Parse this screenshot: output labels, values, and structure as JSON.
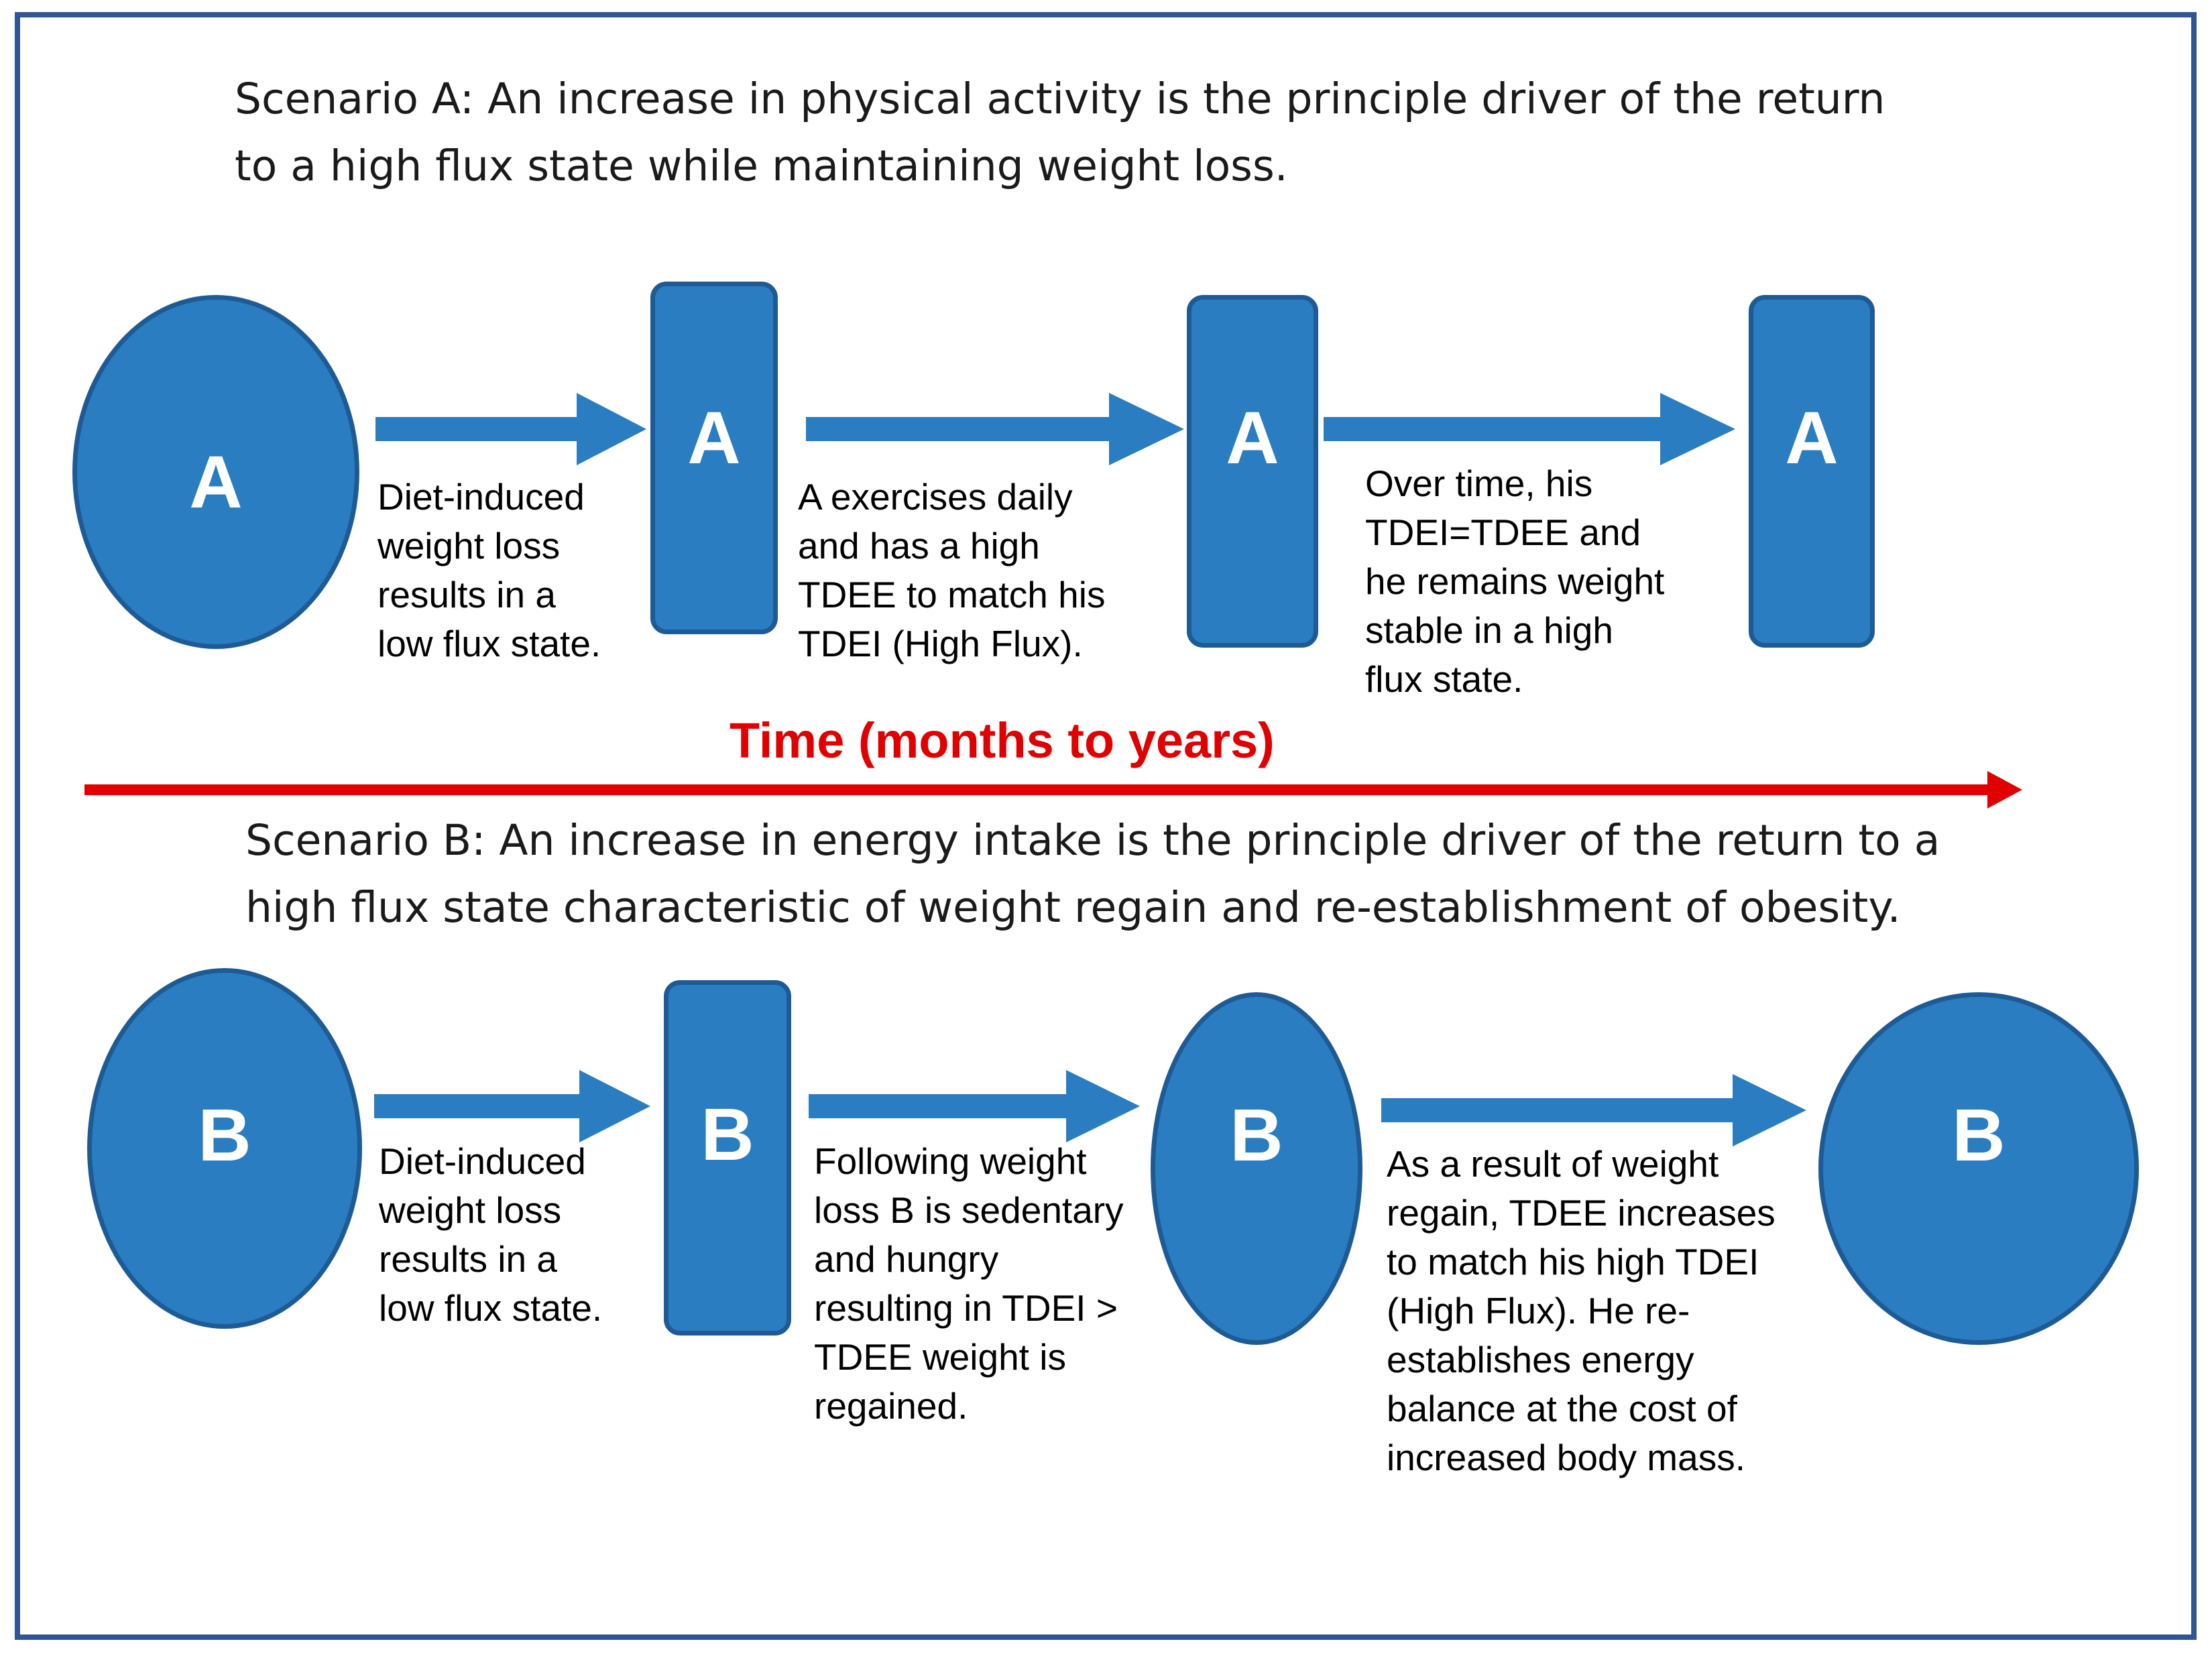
{
  "colors": {
    "shape_fill": "#2a7dc0",
    "shape_border": "#1e5a94",
    "arrow": "#2a7dc0",
    "timeline": "#e00000",
    "frame": "#2f5597"
  },
  "scenario_a": {
    "heading": [
      "Scenario A:  An increase in physical activity is the principle driver of the return",
      "to a high flux state while maintaining weight loss."
    ],
    "node_label": "A",
    "captions": [
      [
        "Diet-induced",
        "weight loss",
        "results in a",
        "low flux state."
      ],
      [
        "A exercises daily",
        "and has a high",
        "TDEE to match his",
        "TDEI (High Flux)."
      ],
      [
        "Over time, his",
        "TDEI=TDEE and",
        "he remains weight",
        "stable in a high",
        "flux state."
      ]
    ]
  },
  "timeline": {
    "label": "Time (months to years)"
  },
  "scenario_b": {
    "heading": [
      "Scenario B:  An increase in energy intake is the principle driver of the return to a",
      "high flux state characteristic of weight regain and re-establishment of obesity."
    ],
    "node_label": "B",
    "captions": [
      [
        "Diet-induced",
        "weight loss",
        "results in a",
        "low flux state."
      ],
      [
        "Following weight",
        "loss B is sedentary",
        "and hungry",
        "resulting in TDEI >",
        "TDEE weight is",
        "regained."
      ],
      [
        "As a result of weight",
        "regain, TDEE increases",
        "to match his high TDEI",
        "(High Flux).  He re-",
        "establishes energy",
        "balance at the cost of",
        "increased body mass."
      ]
    ]
  }
}
